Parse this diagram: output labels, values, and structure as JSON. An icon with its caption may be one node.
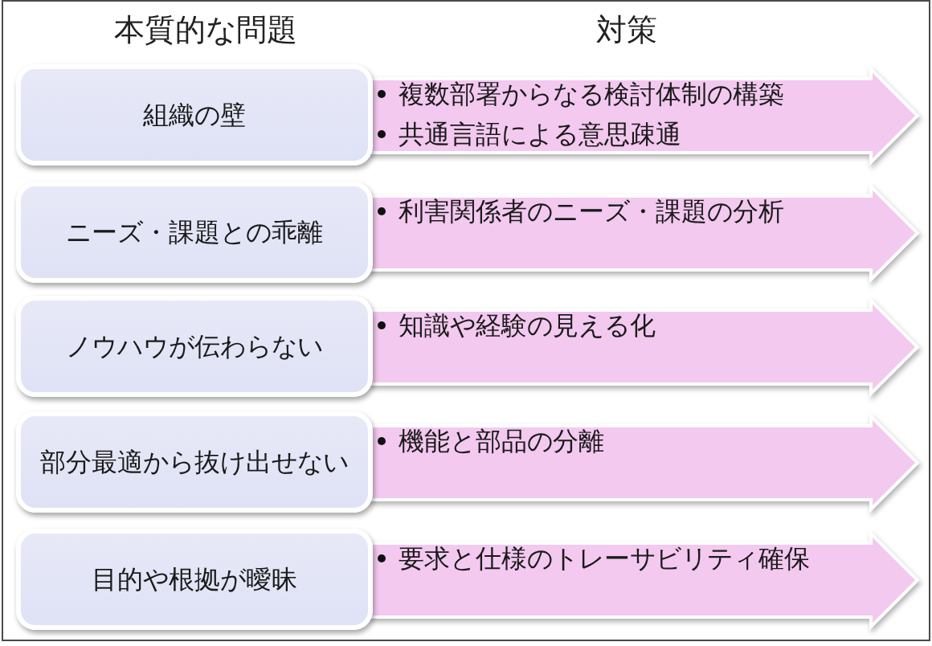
{
  "diagram": {
    "nodes": [
      {
        "text": [
          "組織の壁"
        ]
      },
      {
        "text": [
          "複数部署からなる検討体制の構築",
          "共通言語による意思疎通"
        ]
      },
      {
        "text": [
          "ニーズ・課題との乖離"
        ]
      },
      {
        "text": [
          "利害関係者のニーズ・課題の分析"
        ]
      },
      {
        "text": [
          "ノウハウが伝わらない"
        ]
      },
      {
        "text": [
          "知識や経験の見える化"
        ]
      },
      {
        "text": [
          "部分最適から抜け出せない"
        ]
      },
      {
        "text": [
          "機能と部品の分離"
        ]
      },
      {
        "text": [
          "目的や根拠が曖昧"
        ]
      },
      {
        "text": [
          "要求と仕様のトレーサビリティ確保"
        ]
      }
    ],
    "labels": [
      "本質的な問題",
      "対策"
    ]
  }
}
